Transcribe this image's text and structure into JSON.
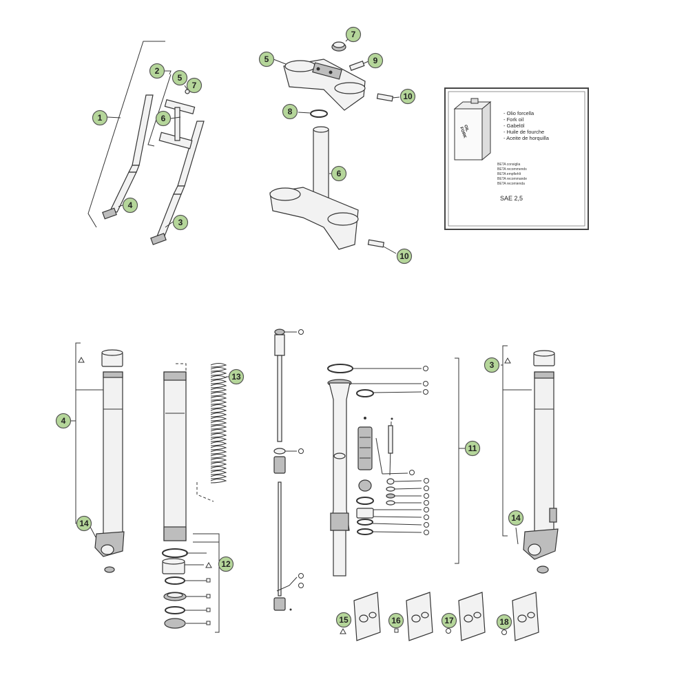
{
  "callouts": {
    "c1": "1",
    "c2": "2",
    "c3a": "3",
    "c4a": "4",
    "c5a": "5",
    "c6a": "6",
    "c7a": "7",
    "c5b": "5",
    "c6b": "6",
    "c7b": "7",
    "c8": "8",
    "c9": "9",
    "c10a": "10",
    "c10b": "10",
    "c4b": "4",
    "c14a": "14",
    "c13": "13",
    "c12": "12",
    "c11": "11",
    "c3b": "3",
    "c14b": "14",
    "c15": "15",
    "c16": "16",
    "c17": "17",
    "c18": "18"
  },
  "oil_box": {
    "can_label_1": "FORK",
    "can_label_2": "OIL",
    "lines": [
      "- Olio forcella",
      "- Fork oil",
      "- Gabelöl",
      "- Huile de fourche",
      "- Aceite de horquilla"
    ],
    "small_lines": [
      "BETA consiglia",
      "BETA recommends",
      "BETA empfiehlt",
      "BETA recommande",
      "BETA recomienda"
    ],
    "grade": "SAE 2,5"
  }
}
